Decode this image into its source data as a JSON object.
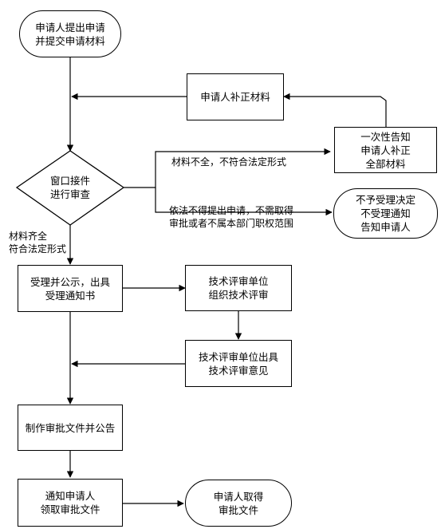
{
  "nodes": {
    "start": "申请人提出申请\n并提交申请材料",
    "supplement": "申请人补正材料",
    "notify_once": "一次性告知\n申请人补正\n全部材料",
    "window_review": "窗口接件\n进行审查",
    "reject": "不予受理决定\n不受理通知\n告知申请人",
    "accept": "受理并公示，出具\n受理通知书",
    "tech_org": "技术评审单位\n组织技术评审",
    "tech_opinion": "技术评审单位出具\n技术评审意见",
    "make_doc": "制作审批文件并公告",
    "notify_collect": "通知申请人\n领取审批文件",
    "end": "申请人取得\n审批文件"
  },
  "labels": {
    "incomplete": "材料不全，不符合法定形式",
    "not_accept": "依法不得提出申请，不需取得\n审批或者不属本部门职权范围",
    "complete": "材料齐全\n符合法定形式"
  }
}
